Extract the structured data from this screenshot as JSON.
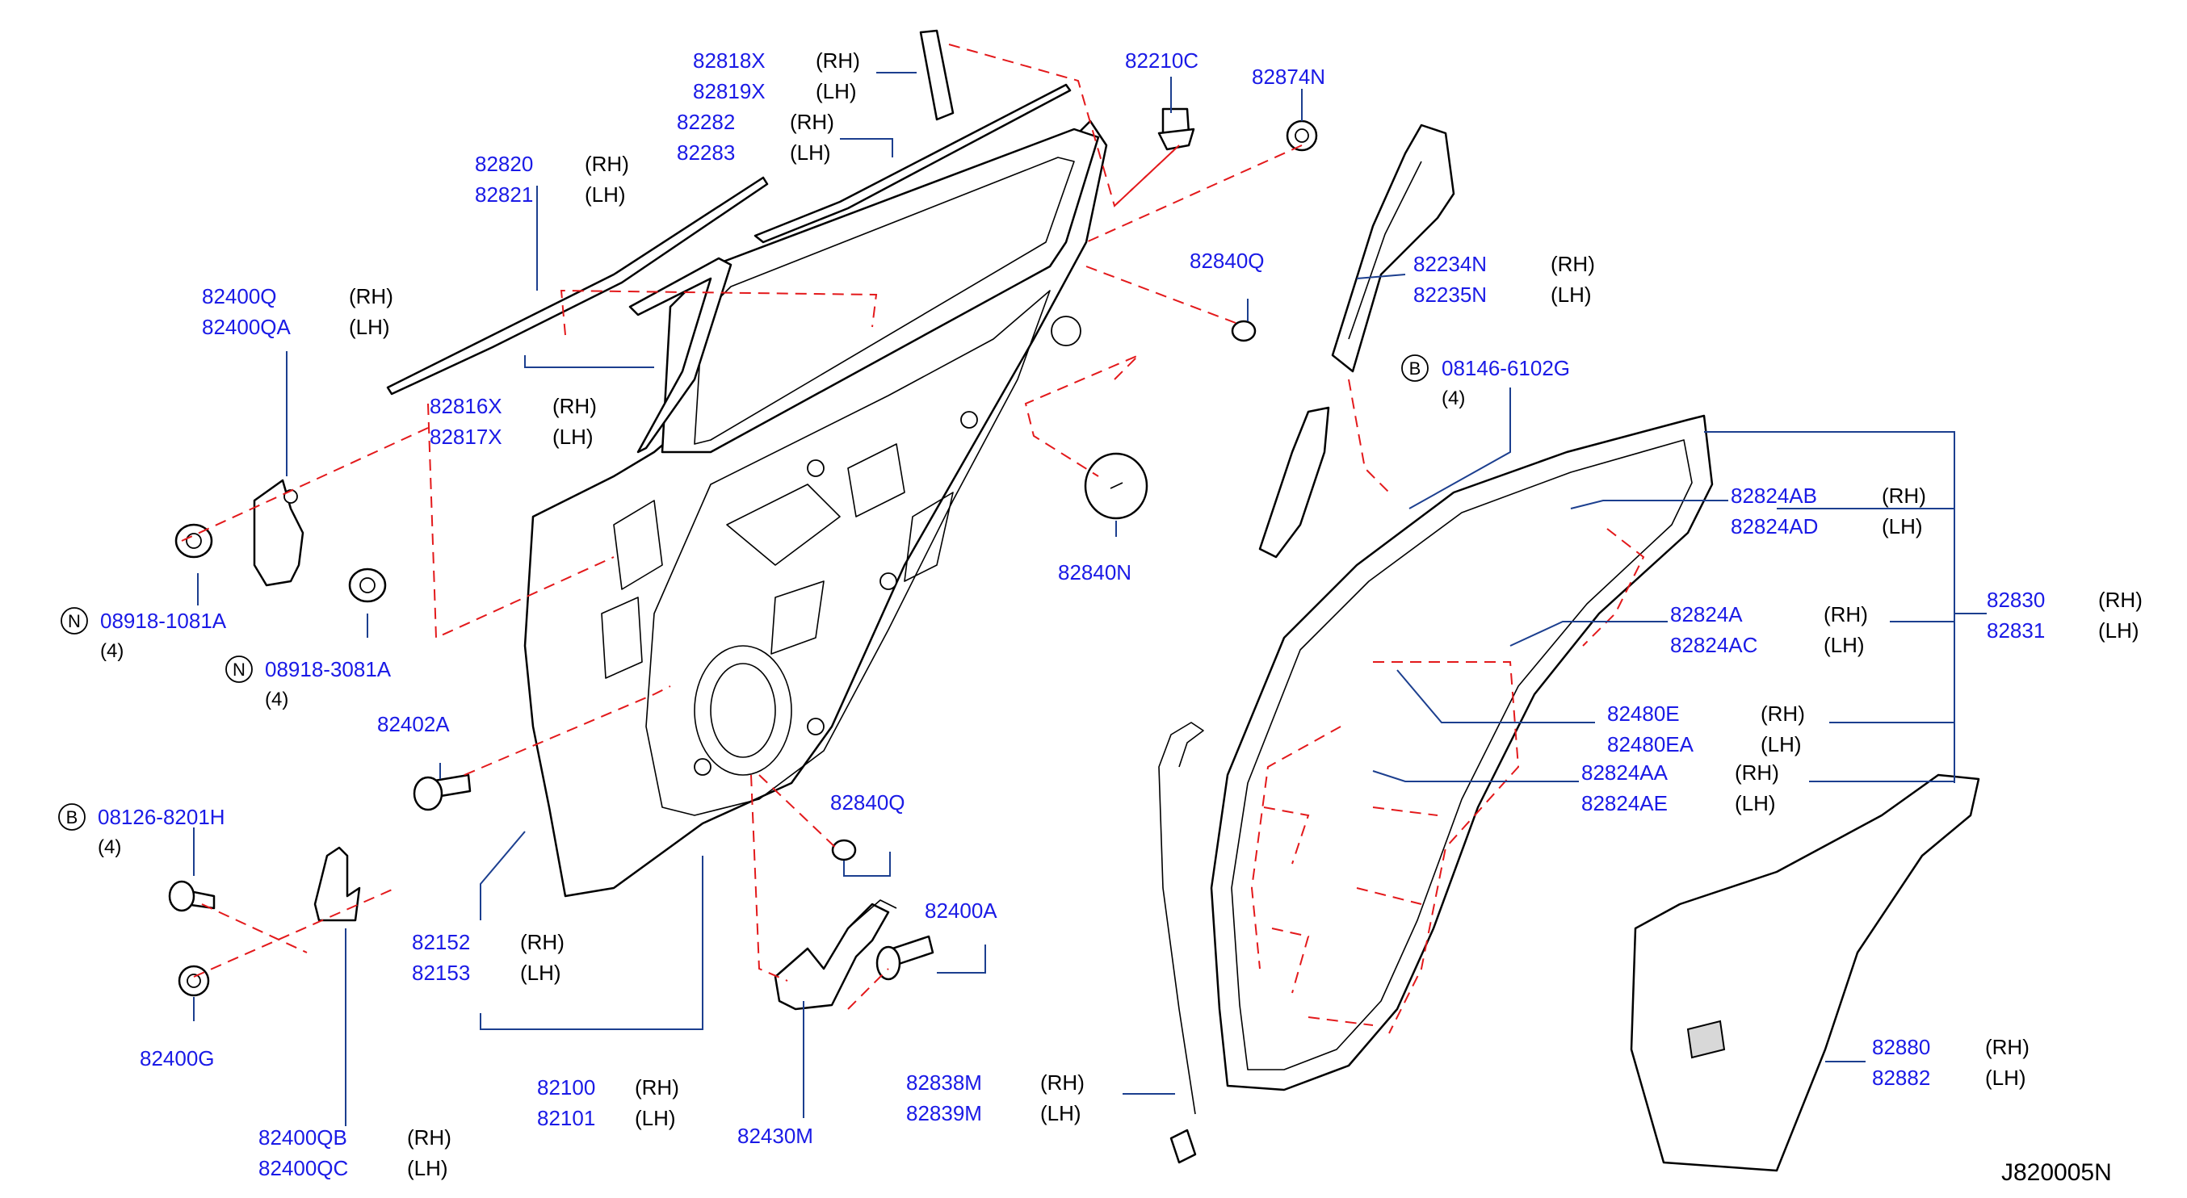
{
  "drawing_ref": "J820005N",
  "colors": {
    "part_number": "#1a1ae6",
    "leader": "#1c3f8f",
    "phantom": "#e3191b",
    "line": "#000000"
  },
  "labels": [
    {
      "id": "l82818",
      "lines": [
        {
          "pn": "82818X",
          "side": "(RH)"
        },
        {
          "pn": "82819X",
          "side": "(LH)"
        }
      ]
    },
    {
      "id": "l82282",
      "lines": [
        {
          "pn": "82282",
          "side": "(RH)"
        },
        {
          "pn": "82283",
          "side": "(LH)"
        }
      ]
    },
    {
      "id": "l82820",
      "lines": [
        {
          "pn": "82820",
          "side": "(RH)"
        },
        {
          "pn": "82821",
          "side": "(LH)"
        }
      ]
    },
    {
      "id": "l82210C",
      "lines": [
        {
          "pn": "82210C",
          "side": ""
        }
      ]
    },
    {
      "id": "l82874N",
      "lines": [
        {
          "pn": "82874N",
          "side": ""
        }
      ]
    },
    {
      "id": "l82840Q_top",
      "lines": [
        {
          "pn": "82840Q",
          "side": ""
        }
      ]
    },
    {
      "id": "l82234N",
      "lines": [
        {
          "pn": "82234N",
          "side": "(RH)"
        },
        {
          "pn": "82235N",
          "side": "(LH)"
        }
      ]
    },
    {
      "id": "l08146",
      "prefix": "B",
      "lines": [
        {
          "pn": "08146-6102G",
          "side": ""
        }
      ],
      "qty": "(4)"
    },
    {
      "id": "l82400Q",
      "lines": [
        {
          "pn": "82400Q",
          "side": "(RH)"
        },
        {
          "pn": "82400QA",
          "side": "(LH)"
        }
      ]
    },
    {
      "id": "l82816",
      "lines": [
        {
          "pn": "82816X",
          "side": "(RH)"
        },
        {
          "pn": "82817X",
          "side": "(LH)"
        }
      ]
    },
    {
      "id": "l82840N",
      "lines": [
        {
          "pn": "82840N",
          "side": ""
        }
      ]
    },
    {
      "id": "l82824AB",
      "lines": [
        {
          "pn": "82824AB",
          "side": "(RH)"
        },
        {
          "pn": "82824AD",
          "side": "(LH)"
        }
      ]
    },
    {
      "id": "l82830",
      "lines": [
        {
          "pn": "82830",
          "side": "(RH)"
        },
        {
          "pn": "82831",
          "side": "(LH)"
        }
      ]
    },
    {
      "id": "l82824A",
      "lines": [
        {
          "pn": "82824A",
          "side": "(RH)"
        },
        {
          "pn": "82824AC",
          "side": "(LH)"
        }
      ]
    },
    {
      "id": "l08918_1081",
      "prefix": "N",
      "lines": [
        {
          "pn": "08918-1081A",
          "side": ""
        }
      ],
      "qty": "(4)"
    },
    {
      "id": "l08918_3081",
      "prefix": "N",
      "lines": [
        {
          "pn": "08918-3081A",
          "side": ""
        }
      ],
      "qty": "(4)"
    },
    {
      "id": "l82480E",
      "lines": [
        {
          "pn": "82480E",
          "side": "(RH)"
        },
        {
          "pn": "82480EA",
          "side": "(LH)"
        }
      ]
    },
    {
      "id": "l82402A",
      "lines": [
        {
          "pn": "82402A",
          "side": ""
        }
      ]
    },
    {
      "id": "l82824AA",
      "lines": [
        {
          "pn": "82824AA",
          "side": "(RH)"
        },
        {
          "pn": "82824AE",
          "side": "(LH)"
        }
      ]
    },
    {
      "id": "l08126",
      "prefix": "B",
      "lines": [
        {
          "pn": "08126-8201H",
          "side": ""
        }
      ],
      "qty": "(4)"
    },
    {
      "id": "l82840Q_mid",
      "lines": [
        {
          "pn": "82840Q",
          "side": ""
        }
      ]
    },
    {
      "id": "l82400A",
      "lines": [
        {
          "pn": "82400A",
          "side": ""
        }
      ]
    },
    {
      "id": "l82152",
      "lines": [
        {
          "pn": "82152",
          "side": "(RH)"
        },
        {
          "pn": "82153",
          "side": "(LH)"
        }
      ]
    },
    {
      "id": "l82400G",
      "lines": [
        {
          "pn": "82400G",
          "side": ""
        }
      ]
    },
    {
      "id": "l82880",
      "lines": [
        {
          "pn": "82880",
          "side": "(RH)"
        },
        {
          "pn": "82882",
          "side": "(LH)"
        }
      ]
    },
    {
      "id": "l82838M",
      "lines": [
        {
          "pn": "82838M",
          "side": "(RH)"
        },
        {
          "pn": "82839M",
          "side": "(LH)"
        }
      ]
    },
    {
      "id": "l82100",
      "lines": [
        {
          "pn": "82100",
          "side": "(RH)"
        },
        {
          "pn": "82101",
          "side": "(LH)"
        }
      ]
    },
    {
      "id": "l82430M",
      "lines": [
        {
          "pn": "82430M",
          "side": ""
        }
      ]
    },
    {
      "id": "l82400QB",
      "lines": [
        {
          "pn": "82400QB",
          "side": "(RH)"
        },
        {
          "pn": "82400QC",
          "side": "(LH)"
        }
      ]
    }
  ]
}
